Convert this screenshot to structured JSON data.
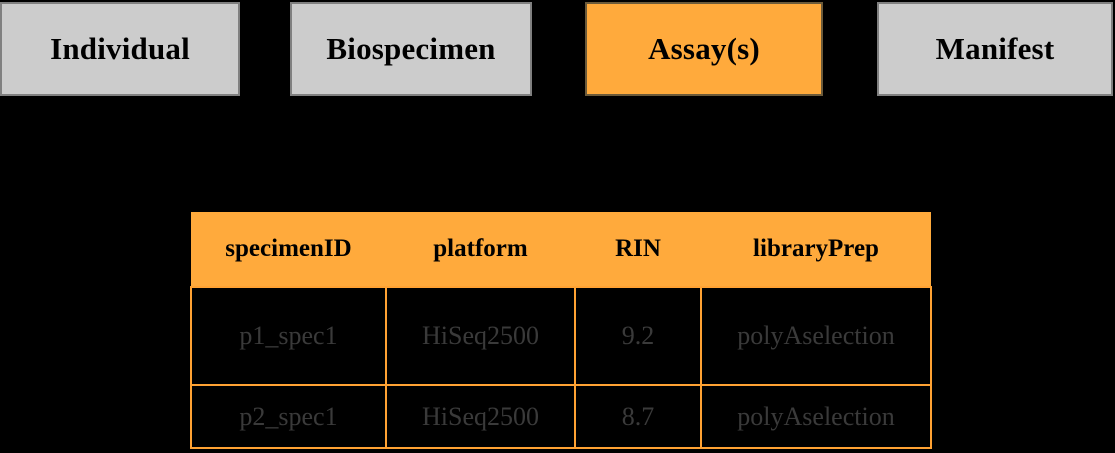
{
  "tabs": [
    {
      "label": "Individual",
      "active": false
    },
    {
      "label": "Biospecimen",
      "active": false
    },
    {
      "label": "Assay(s)",
      "active": true
    },
    {
      "label": "Manifest",
      "active": false
    }
  ],
  "table": {
    "columns": [
      "specimenID",
      "platform",
      "RIN",
      "libraryPrep"
    ],
    "rows": [
      {
        "specimenID": "p1_spec1",
        "platform": "HiSeq2500",
        "RIN": "9.2",
        "libraryPrep": "polyAselection"
      },
      {
        "specimenID": "p2_spec1",
        "platform": "HiSeq2500",
        "RIN": "8.7",
        "libraryPrep": "polyAselection"
      }
    ]
  },
  "colors": {
    "accent_orange": "#FFAA3C",
    "border_orange": "#FFA233",
    "tab_gray": "#CCCCCC",
    "background": "#000000",
    "cell_text": "#3A3A3A"
  }
}
